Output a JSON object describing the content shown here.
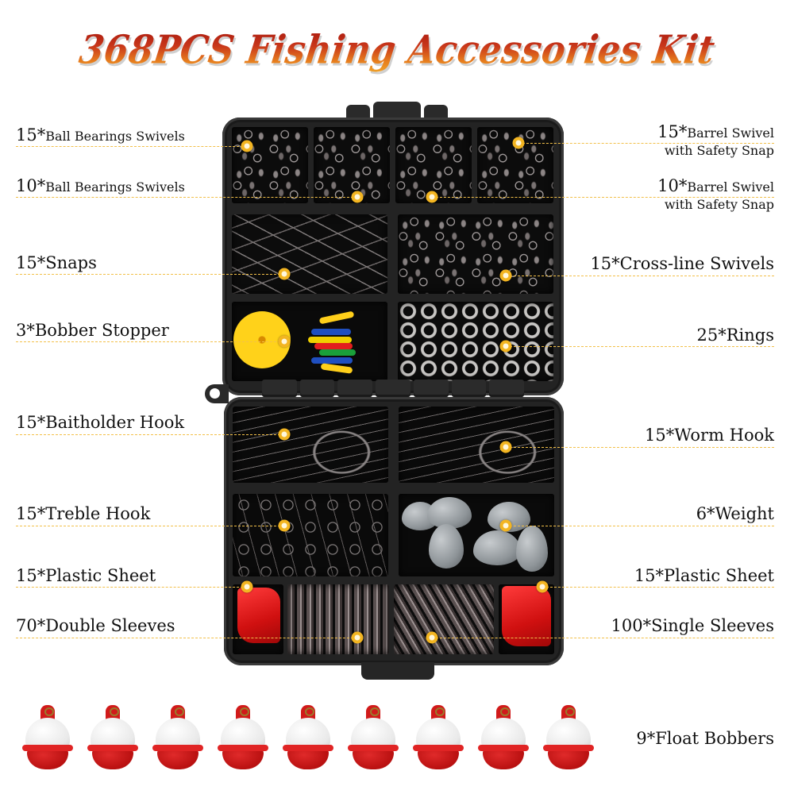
{
  "title": "368PCS Fishing Accessories Kit",
  "colors": {
    "title_gradient_top": "#a8180e",
    "title_gradient_bottom": "#f0a42a",
    "leader_line": "#f2c04a",
    "marker_dot": "#f3b521",
    "case": "#232323"
  },
  "items_left": [
    {
      "qty": "15*",
      "name": "Ball Bearings Swivels"
    },
    {
      "qty": "10*",
      "name": "Ball Bearings Swivels"
    },
    {
      "qty": "15*",
      "name": "Snaps"
    },
    {
      "qty": "3*",
      "name": "Bobber Stopper"
    },
    {
      "qty": "15*",
      "name": "Baitholder Hook"
    },
    {
      "qty": "15*",
      "name": "Treble Hook"
    },
    {
      "qty": "15*",
      "name": "Plastic Sheet"
    },
    {
      "qty": "70*",
      "name": "Double Sleeves"
    }
  ],
  "items_right": [
    {
      "qty": "15*",
      "name": "Barrel Swivel",
      "sub": "with Safety Snap"
    },
    {
      "qty": "10*",
      "name": "Barrel Swivel",
      "sub": "with Safety Snap"
    },
    {
      "qty": "15*",
      "name": "Cross-line Swivels"
    },
    {
      "qty": "25*",
      "name": "Rings"
    },
    {
      "qty": "15*",
      "name": "Worm Hook"
    },
    {
      "qty": "6*",
      "name": "Weight"
    },
    {
      "qty": "15*",
      "name": "Plastic Sheet"
    },
    {
      "qty": "100*",
      "name": "Single Sleeves"
    }
  ],
  "bobbers": {
    "count_shown": 9,
    "label": "9*Float Bobbers"
  }
}
